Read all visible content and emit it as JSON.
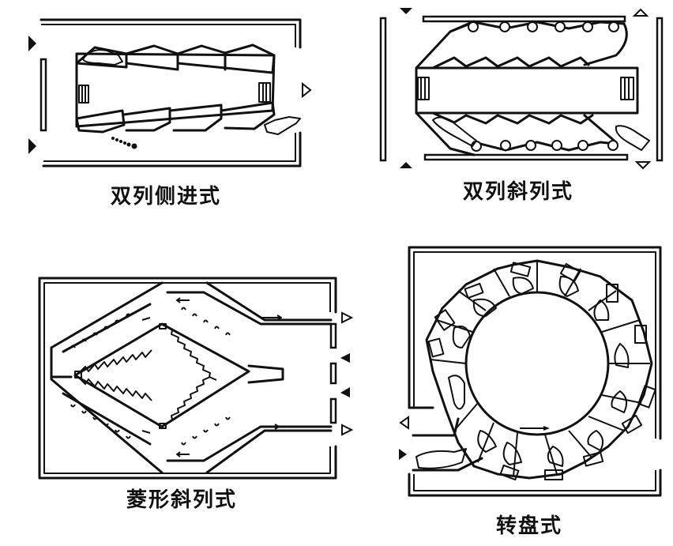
{
  "figure": {
    "panels": [
      {
        "id": "side-by-side-double",
        "caption": "双列侧进式",
        "stalls_per_side": 4
      },
      {
        "id": "herringbone-double",
        "caption": "双列斜列式",
        "stalls_per_side": 6
      },
      {
        "id": "diamond-herringbone",
        "caption": "菱形斜列式"
      },
      {
        "id": "rotary",
        "caption": "转盘式"
      }
    ],
    "legend_markers": {
      "entry": "filled-triangle",
      "exit": "open-triangle"
    },
    "colors": {
      "ink": "#111111",
      "paper": "#ffffff"
    }
  }
}
